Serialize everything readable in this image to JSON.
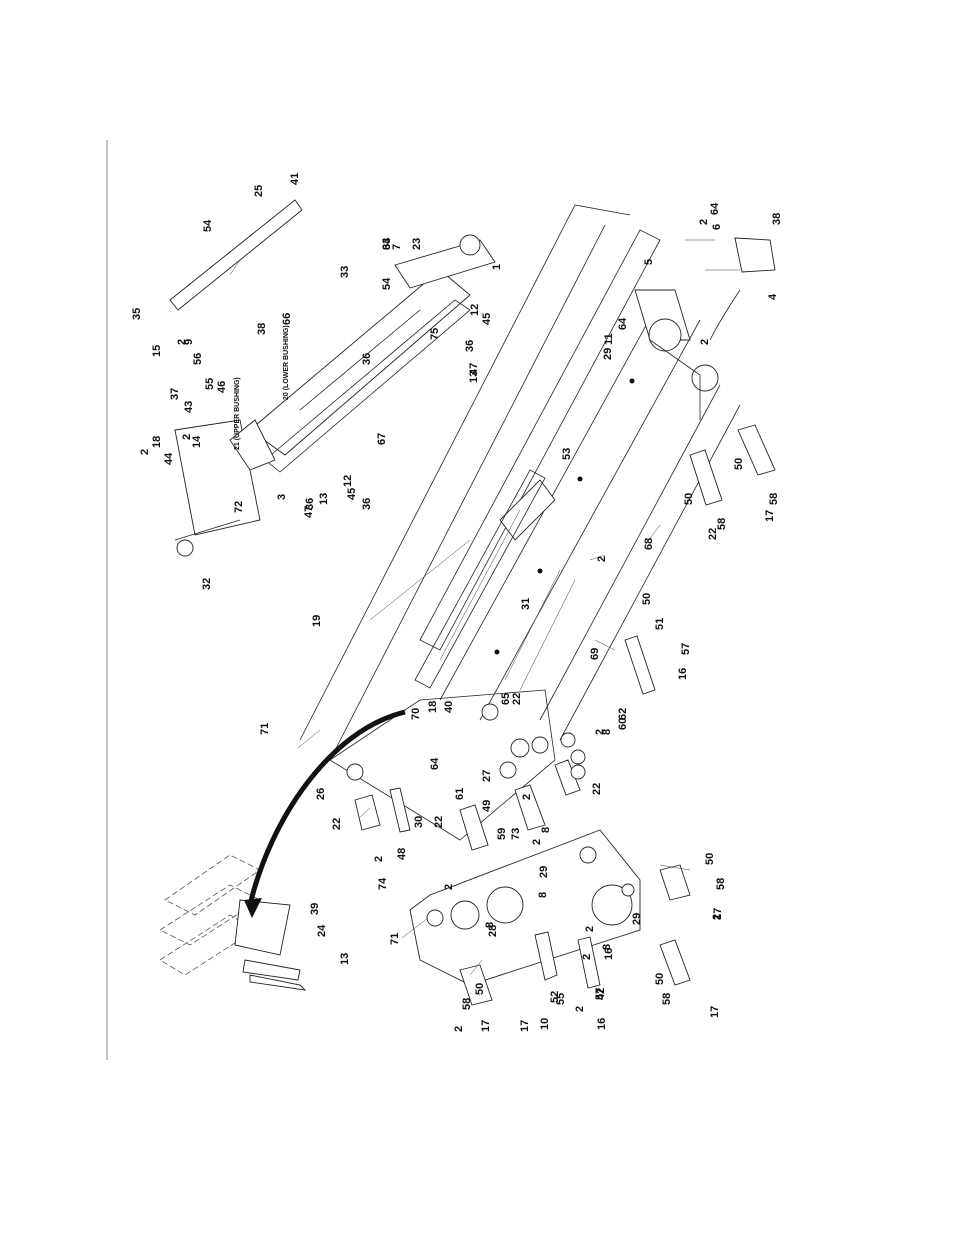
{
  "notes": {
    "upper_bushing": "21 (UPPER BUSHING)",
    "lower_bushing": "20 (LOWER BUSHING)"
  },
  "callouts": [
    "1",
    "2",
    "2",
    "2",
    "2",
    "2",
    "2",
    "2",
    "2",
    "2",
    "2",
    "2",
    "2",
    "2",
    "2",
    "2",
    "2",
    "3",
    "4",
    "5",
    "6",
    "7",
    "8",
    "8",
    "8",
    "8",
    "8",
    "9",
    "10",
    "11",
    "12",
    "12",
    "13",
    "13",
    "13",
    "14",
    "15",
    "16",
    "16",
    "16",
    "17",
    "17",
    "17",
    "17",
    "17",
    "18",
    "18",
    "19",
    "22",
    "22",
    "22",
    "22",
    "22",
    "23",
    "24",
    "25",
    "26",
    "27",
    "28",
    "29",
    "29",
    "29",
    "30",
    "31",
    "32",
    "33",
    "34",
    "35",
    "36",
    "36",
    "36",
    "36",
    "37",
    "38",
    "38",
    "39",
    "40",
    "41",
    "42",
    "43",
    "44",
    "45",
    "45",
    "46",
    "47",
    "47",
    "48",
    "49",
    "50",
    "50",
    "50",
    "50",
    "50",
    "50",
    "51",
    "52",
    "53",
    "54",
    "54",
    "55",
    "55",
    "56",
    "57",
    "57",
    "58",
    "58",
    "58",
    "58",
    "58",
    "59",
    "60",
    "61",
    "62",
    "63",
    "64",
    "64",
    "64",
    "65",
    "66",
    "67",
    "68",
    "69",
    "70",
    "71",
    "71",
    "72",
    "73",
    "74",
    "75"
  ]
}
